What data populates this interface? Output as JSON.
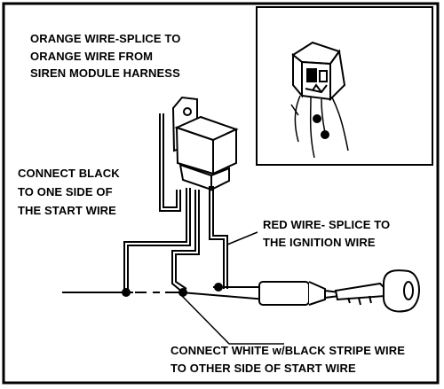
{
  "diagram": {
    "labels": {
      "orange_line1": "ORANGE WIRE-SPLICE TO",
      "orange_line2": "ORANGE WIRE FROM",
      "orange_line3": "SIREN MODULE HARNESS",
      "black_line1": "CONNECT BLACK",
      "black_line2": "TO  ONE SIDE OF",
      "black_line3": "THE START WIRE",
      "red_line1": "RED WIRE- SPLICE TO",
      "red_line2": "THE IGNITION WIRE",
      "white_line1": "CONNECT WHITE w/BLACK STRIPE WIRE",
      "white_line2": "TO OTHER SIDE OF START WIRE"
    },
    "colors": {
      "ink": "#000000",
      "background": "#ffffff"
    }
  }
}
